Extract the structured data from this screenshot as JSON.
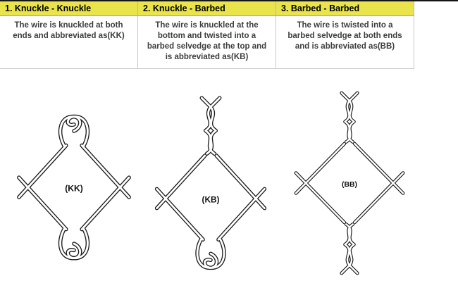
{
  "columns": [
    {
      "header": "1. Knuckle - Knuckle",
      "description": "The wire is knuckled at both ends and abbreviated as(KK)",
      "label": "(KK)",
      "top_end": "knuckle",
      "bottom_end": "knuckle"
    },
    {
      "header": "2. Knuckle - Barbed",
      "description": "The wire is knuckled at the bottom and twisted into a barbed selvedge at the top and is abbreviated as(KB)",
      "label": "(KB)",
      "top_end": "barb",
      "bottom_end": "knuckle"
    },
    {
      "header": "3. Barbed - Barbed",
      "description": "The wire is twisted into a barbed selvedge at both ends and is abbreviated as(BB)",
      "label": "(BB)",
      "top_end": "barb",
      "bottom_end": "barb"
    }
  ],
  "colors": {
    "header_bg": "#e9e34c",
    "header_text": "#000000",
    "body_text": "#3d3d3d",
    "wire_outline": "#1c1c1c",
    "wire_fill": "#ffffff",
    "cell_border": "#c9c9c9",
    "top_rule": "#151515"
  }
}
